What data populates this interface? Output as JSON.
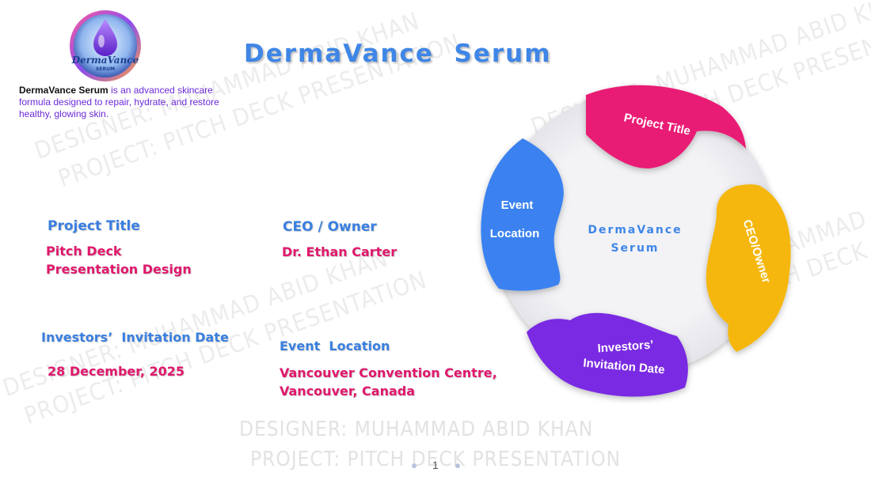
{
  "brand": {
    "logo_text": "DermaVance",
    "logo_sub": "SERUM",
    "intro_bold": "DermaVance Serum",
    "intro_rest": " is an advanced skincare formula designed to repair, hydrate, and restore healthy, glowing skin."
  },
  "title": "DermaVance  Serum",
  "fields": {
    "project_title_label": "Project Title",
    "project_title_line1": "Pitch Deck",
    "project_title_line2": "Presentation Design",
    "ceo_label": "CEO / Owner",
    "ceo_value": "Dr. Ethan Carter",
    "date_label": "Investors’  Invitation Date",
    "date_value": "28 December, 2025",
    "location_label": "Event  Location",
    "location_line1": "Vancouver Convention Centre,",
    "location_line2": "Vancouver, Canada"
  },
  "wheel": {
    "center_line1": "DermaVance",
    "center_line2": "Serum",
    "segments": [
      {
        "label": "Project Title",
        "color": "#e91e74"
      },
      {
        "label": "CEO/Owner",
        "color": "#f5b70f"
      },
      {
        "label_line1": "Investors’",
        "label_line2": "Invitation Date",
        "color": "#7a2be2"
      },
      {
        "label_line1": "Event",
        "label_line2": "Location",
        "color": "#3b82f0"
      }
    ]
  },
  "watermark": {
    "line1": "DESIGNER: MUHAMMAD ABID KHAN",
    "line2": "PROJECT: PITCH  DECK  PRESENTATION"
  },
  "page_number": "1"
}
